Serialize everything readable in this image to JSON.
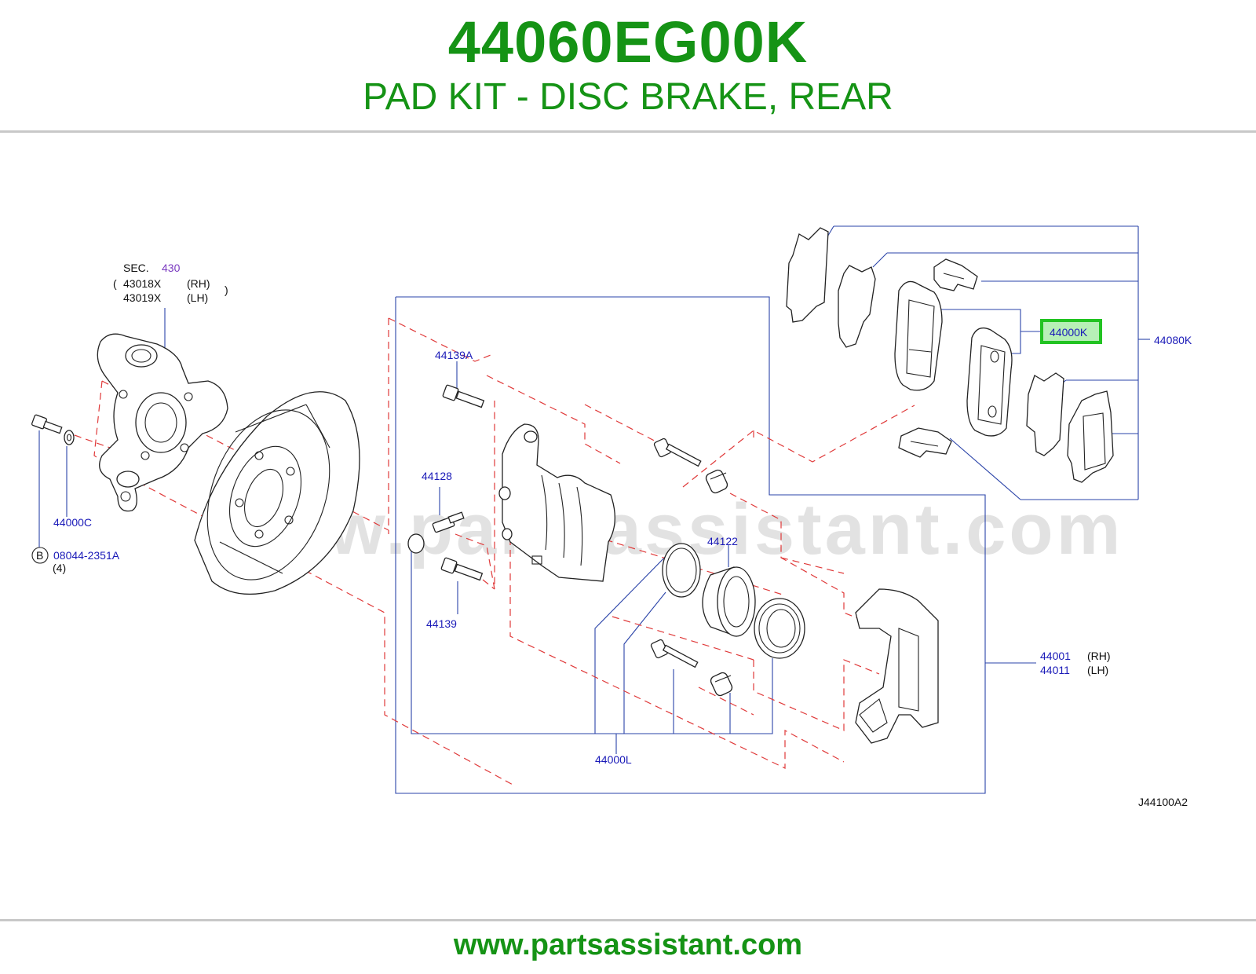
{
  "header": {
    "part_number": "44060EG00K",
    "description": "PAD KIT - DISC BRAKE, REAR"
  },
  "footer": {
    "url": "www.partsassistant.com"
  },
  "diagram": {
    "watermark": "www.partsassistant.com",
    "sec_label": "SEC.",
    "sec_number": "430",
    "knuckle_rh_part": "43018X",
    "knuckle_rh_side": "(RH)",
    "knuckle_lh_part": "43019X",
    "knuckle_lh_side": "(LH)",
    "bolt_label": "B",
    "bolt_part": "08044-2351A",
    "bolt_qty": "(4)",
    "washer_part": "44000C",
    "part_44139A": "44139A",
    "part_44128": "44128",
    "part_44139": "44139",
    "part_44122": "44122",
    "part_44000L": "44000L",
    "caliper_rh_part": "44001",
    "caliper_rh_side": "(RH)",
    "caliper_lh_part": "44011",
    "caliper_lh_side": "(LH)",
    "pad_part": "44000K",
    "kit_part": "44080K",
    "diagram_code": "J44100A2",
    "highlight_color": "#22c322"
  }
}
